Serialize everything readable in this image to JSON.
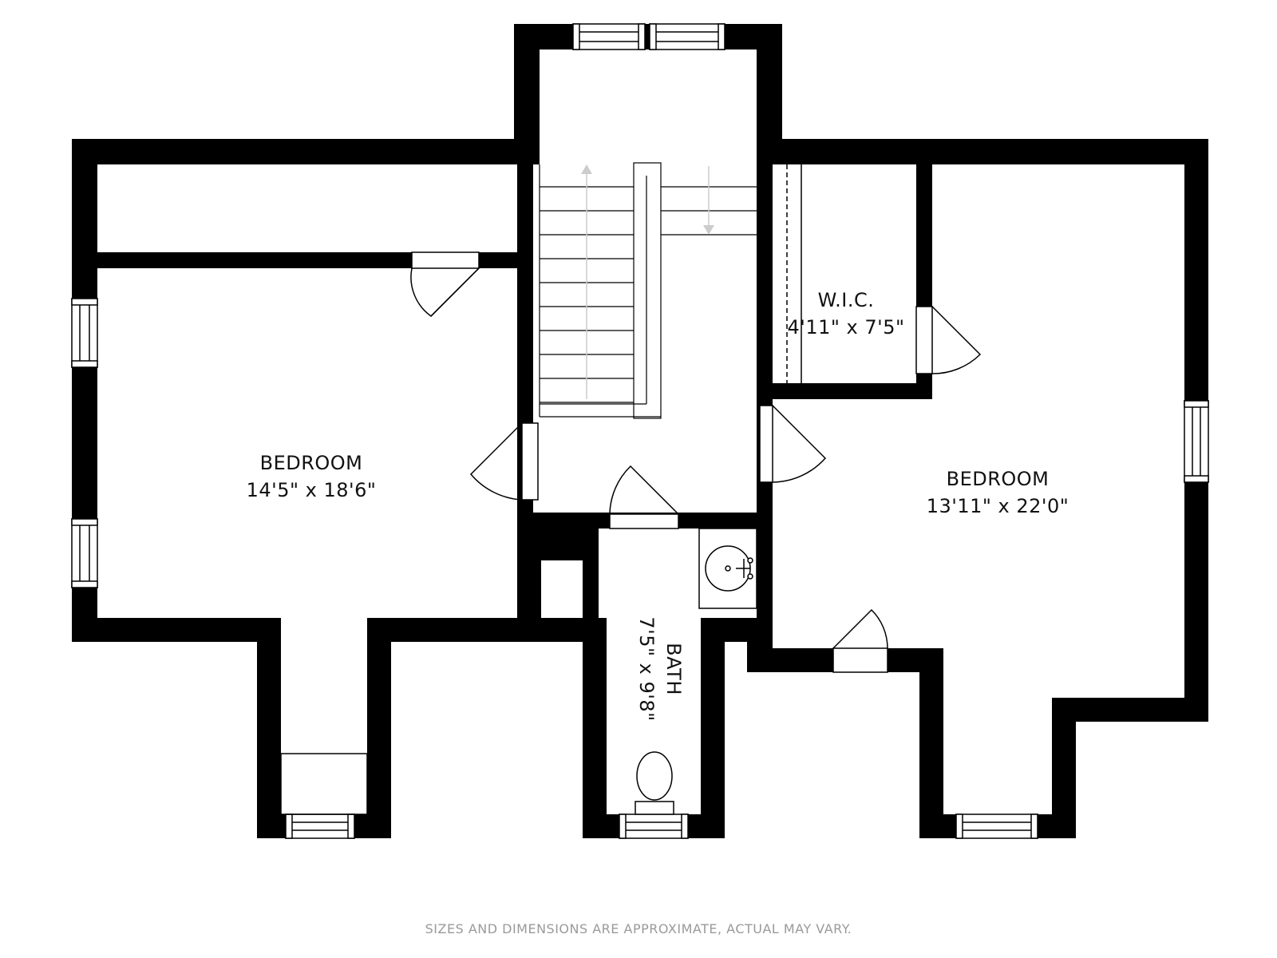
{
  "rooms": {
    "bedroom_left": {
      "name": "BEDROOM",
      "dims": "14'5\" x 18'6\""
    },
    "bedroom_right": {
      "name": "BEDROOM",
      "dims": "13'11\" x 22'0\""
    },
    "wic": {
      "name": "W.I.C.",
      "dims": "4'11\" x 7'5\""
    },
    "bath": {
      "name": "BATH",
      "dims": "7'5\" x 9'8\""
    }
  },
  "disclaimer": "SIZES AND DIMENSIONS ARE APPROXIMATE, ACTUAL MAY VARY.",
  "colors": {
    "wall": "#000000",
    "background": "#ffffff",
    "text": "#111111",
    "disclaimer": "#9a9a9a",
    "stair_arrow": "#cccccc"
  }
}
